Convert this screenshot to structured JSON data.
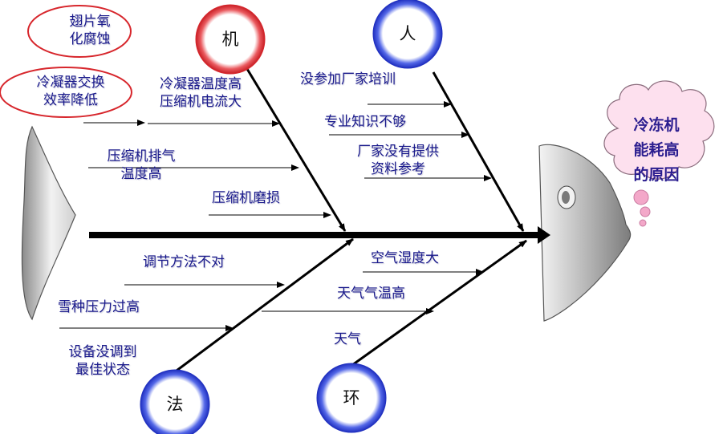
{
  "head": {
    "effect_lines": [
      "冷冻机",
      "能耗高",
      "的原因"
    ]
  },
  "categories": {
    "machine": "机",
    "people": "人",
    "method": "法",
    "environment": "环"
  },
  "causes": {
    "machine": [
      [
        "翅片氧",
        "化腐蚀"
      ],
      [
        "冷凝器交换",
        "效率降低"
      ],
      [
        "冷凝器温度高",
        "压缩机电流大"
      ],
      [
        "压缩机排气",
        "温度高"
      ],
      [
        "压缩机磨损"
      ]
    ],
    "people": [
      [
        "没参加厂家培训"
      ],
      [
        "专业知识不够"
      ],
      [
        "厂家没有提供",
        "资料参考"
      ]
    ],
    "method": [
      [
        "调节方法不对"
      ],
      [
        "雪种压力过高"
      ],
      [
        "设备没调到",
        "最佳状态"
      ]
    ],
    "environment": [
      [
        "空气湿度大"
      ],
      [
        "天气气温高"
      ],
      [
        "天气"
      ]
    ]
  },
  "colors": {
    "text": "#1a1a8c",
    "ring_red": "#d7262c",
    "ring_blue": "#1f2fbf",
    "cloud": "#fde0ee",
    "bubble": "#f3a8c9",
    "spine": "#000000"
  }
}
